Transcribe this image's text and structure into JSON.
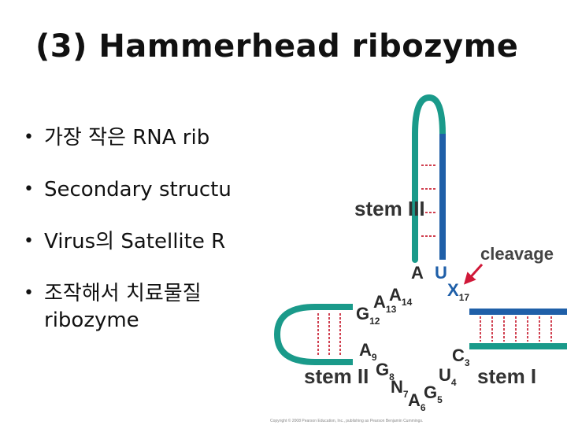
{
  "slide": {
    "title": "(3) Hammerhead ribozyme",
    "bullets": [
      {
        "line1": "가장 작은 RNA rib"
      },
      {
        "line1": "Secondary structu"
      },
      {
        "line1": "Virus의 Satellite R"
      },
      {
        "line1": "조작해서 치료물질",
        "line2": "ribozyme"
      }
    ]
  },
  "figure": {
    "stem_iii": "stem III",
    "stem_ii": "stem II",
    "stem_i": "stem I",
    "cleavage": "cleavage",
    "nucleotides": [
      {
        "base": "A",
        "sub": ""
      },
      {
        "base": "U",
        "sub": ""
      },
      {
        "base": "A",
        "sub": "14"
      },
      {
        "base": "X",
        "sub": "17"
      },
      {
        "base": "A",
        "sub": "13"
      },
      {
        "base": "G",
        "sub": "12"
      },
      {
        "base": "A",
        "sub": "9"
      },
      {
        "base": "G",
        "sub": "8"
      },
      {
        "base": "N",
        "sub": "7"
      },
      {
        "base": "A",
        "sub": "6"
      },
      {
        "base": "G",
        "sub": "5"
      },
      {
        "base": "U",
        "sub": "4"
      },
      {
        "base": "C",
        "sub": "3"
      }
    ],
    "copyright": "Copyright © 2008 Pearson Education, Inc., publishing as Pearson Benjamin Cummings.",
    "colors": {
      "green": "#1a9a8a",
      "blue": "#1f5fa8",
      "pair": "#d04050",
      "arrow": "#d01838"
    }
  }
}
